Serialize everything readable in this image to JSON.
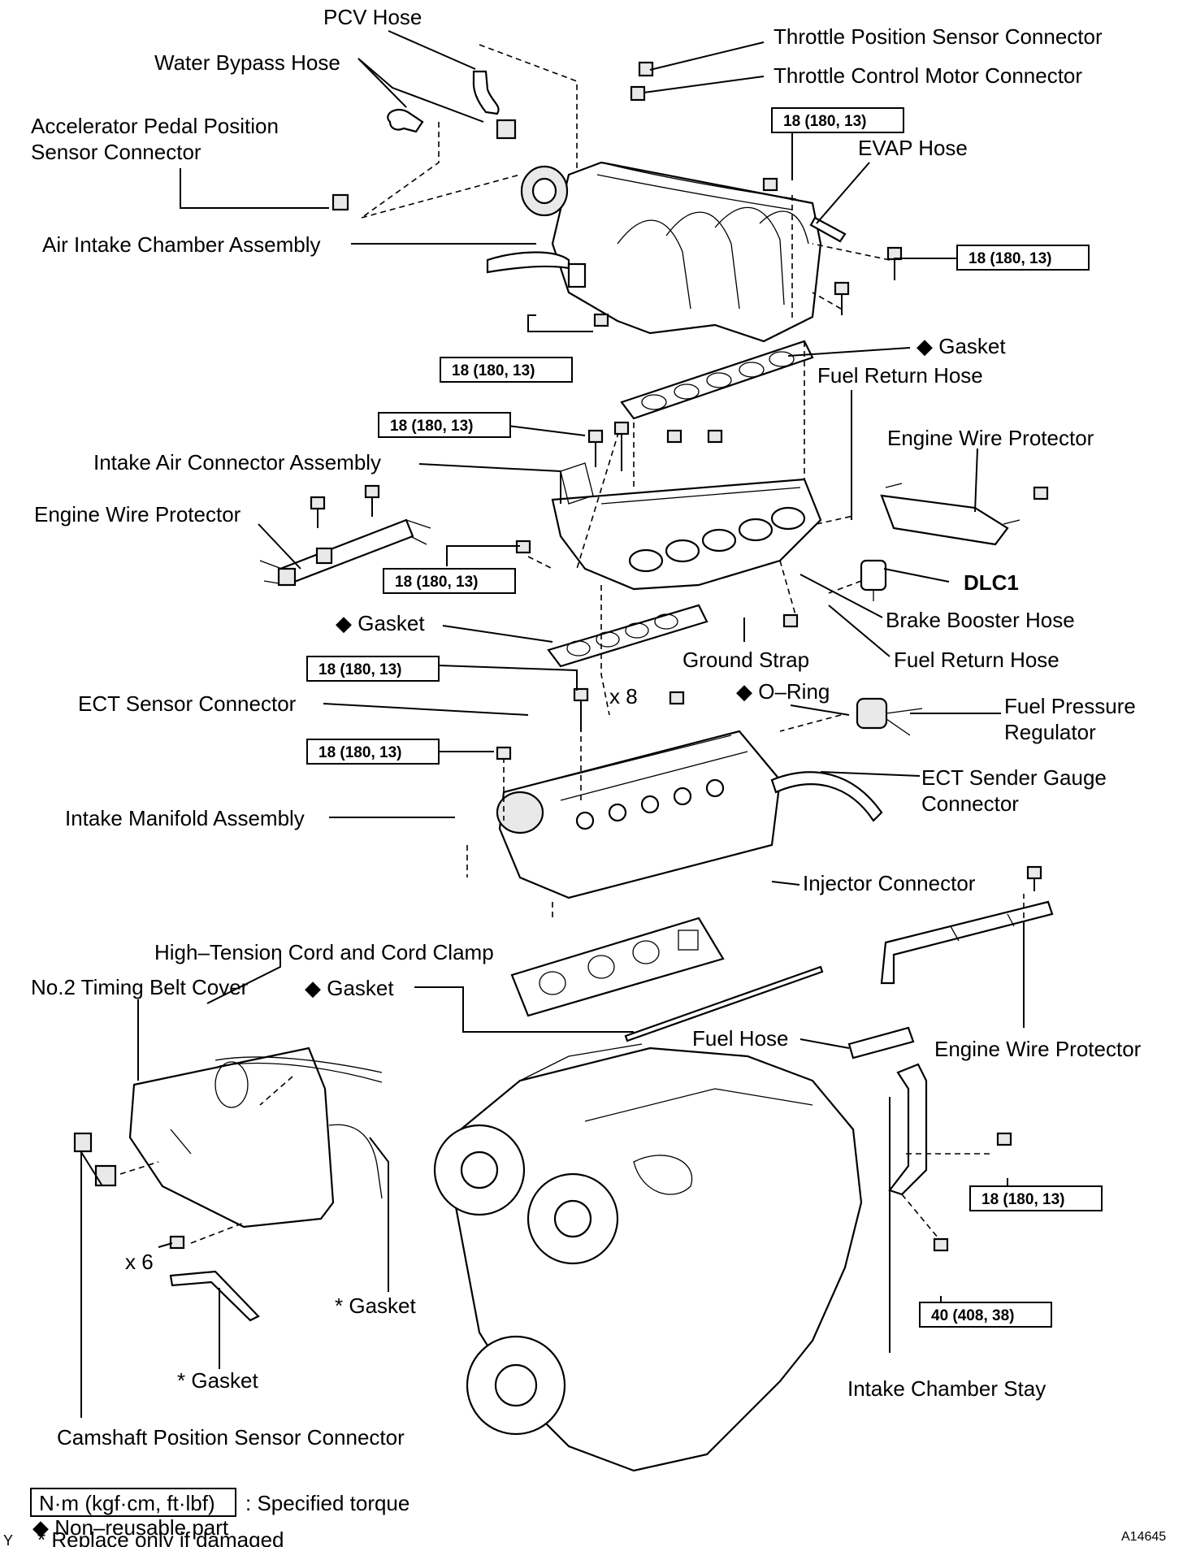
{
  "labels": {
    "pcv_hose": "PCV Hose",
    "water_bypass_hose": "Water Bypass Hose",
    "accel_pedal_line1": "Accelerator Pedal Position",
    "accel_pedal_line2": "Sensor Connector",
    "air_intake_chamber": "Air Intake Chamber Assembly",
    "throttle_position_sensor": "Throttle Position Sensor Connector",
    "throttle_control_motor": "Throttle Control Motor Connector",
    "evap_hose": "EVAP Hose",
    "gasket_top": "◆ Gasket",
    "fuel_return_hose_1": "Fuel Return Hose",
    "engine_wire_protector_right": "Engine Wire Protector",
    "intake_air_connector": "Intake Air Connector Assembly",
    "engine_wire_protector_left": "Engine Wire Protector",
    "dlc1": "DLC1",
    "brake_booster_hose": "Brake Booster Hose",
    "gasket_mid": "◆ Gasket",
    "ground_strap": "Ground Strap",
    "fuel_return_hose_2": "Fuel Return Hose",
    "o_ring": "◆ O–Ring",
    "x8": "x 8",
    "ect_sensor_connector": "ECT Sensor Connector",
    "fuel_pressure_line1": "Fuel Pressure",
    "fuel_pressure_line2": "Regulator",
    "ect_sender_line1": "ECT Sender Gauge",
    "ect_sender_line2": "Connector",
    "intake_manifold": "Intake Manifold Assembly",
    "injector_connector": "Injector Connector",
    "high_tension_cord": "High–Tension Cord and Cord Clamp",
    "no2_timing_belt_cover": "No.2 Timing Belt Cover",
    "gasket_lower": "◆ Gasket",
    "fuel_hose": "Fuel Hose",
    "engine_wire_protector_lower": "Engine Wire Protector",
    "x6": "x 6",
    "star_gasket_1": "* Gasket",
    "star_gasket_2": "* Gasket",
    "intake_chamber_stay": "Intake Chamber Stay",
    "camshaft_position_sensor": "Camshaft Position Sensor Connector"
  },
  "torque": {
    "t1": "18 (180, 13)",
    "t2": "18 (180, 13)",
    "t3": "18 (180, 13)",
    "t4": "18 (180, 13)",
    "t5": "18 (180, 13)",
    "t6": "18 (180, 13)",
    "t7": "18 (180, 13)",
    "t8": "18 (180, 13)",
    "t9": "40 (408, 38)"
  },
  "legend": {
    "torque_unit": "N·m (kgf·cm, ft·lbf)",
    "torque_desc": ": Specified torque",
    "non_reusable": "◆ Non–reusable part",
    "replace_damaged": "* Replace only if damaged"
  },
  "corner": {
    "left_mark": "Y",
    "figure_code": "A14645"
  }
}
